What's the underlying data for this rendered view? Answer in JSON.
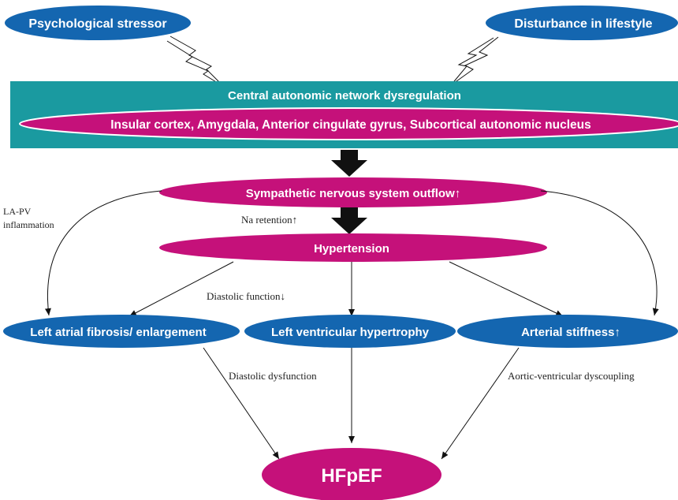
{
  "colors": {
    "blue_node": "#1466b0",
    "magenta_node": "#c5117a",
    "teal_band": "#1a9aa0",
    "arrow": "#111111",
    "node_text": "#ffffff"
  },
  "nodes": {
    "psychological_stressor": "Psychological stressor",
    "disturbance_lifestyle": "Disturbance in lifestyle",
    "central_network": "Central autonomic network dysregulation",
    "brain_regions": "Insular cortex, Amygdala, Anterior cingulate gyrus, Subcortical autonomic nucleus",
    "sns_outflow": "Sympathetic nervous system outflow↑",
    "hypertension": "Hypertension",
    "left_atrial": "Left atrial fibrosis/ enlargement",
    "left_ventricular": "Left ventricular hypertrophy",
    "arterial_stiffness": "Arterial stiffness↑",
    "hfpef": "HFpEF"
  },
  "edge_labels": {
    "la_pv_line1": "LA-PV",
    "la_pv_line2": "inflammation",
    "na_retention": "Na retention↑",
    "diastolic_function": "Diastolic function↓",
    "diastolic_dysfunction": "Diastolic dysfunction",
    "aortic_ventricular": "Aortic-ventricular dyscoupling"
  },
  "icons": {
    "stress_bolt_left": "lightning-bolt-icon",
    "stress_bolt_right": "lightning-bolt-icon"
  }
}
